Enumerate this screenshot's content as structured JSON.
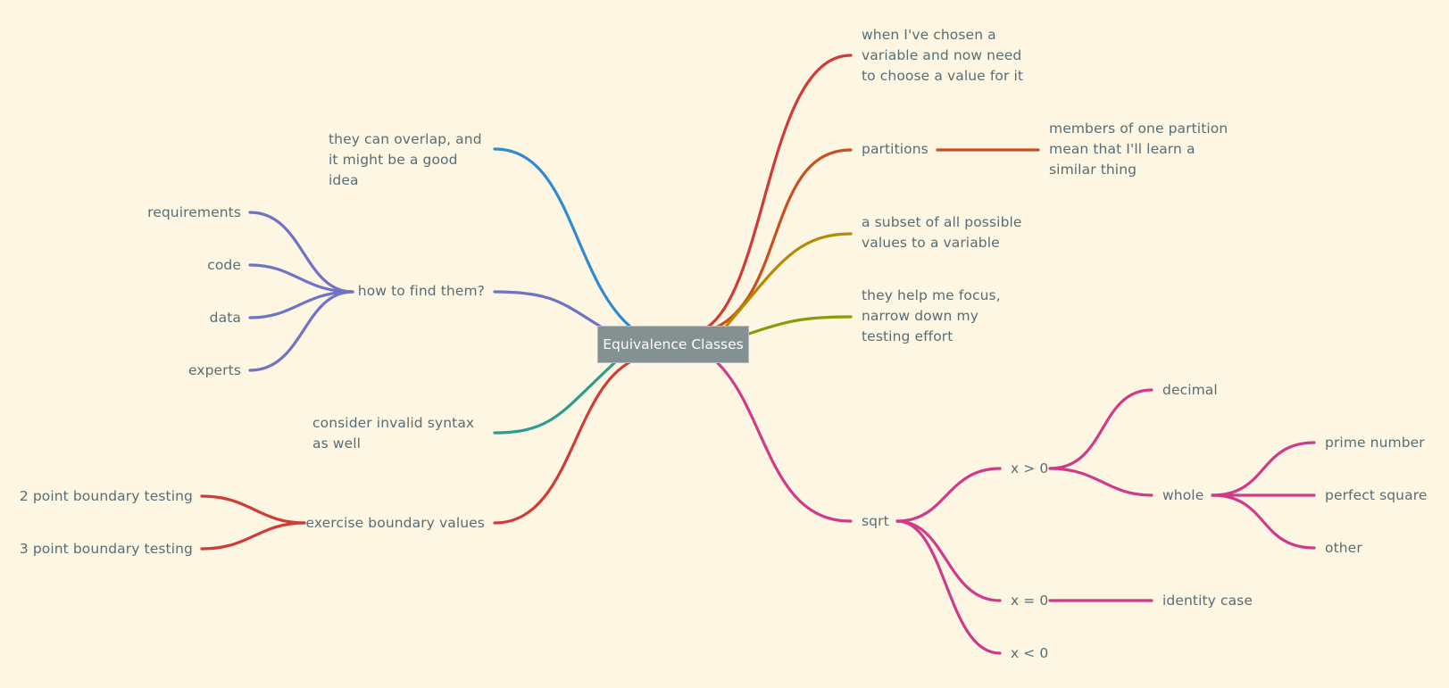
{
  "central": "Equivalence Classes",
  "branches": {
    "chosen_variable": "when I've chosen a variable and now need to choose a value for it",
    "partitions": "partitions",
    "partitions_child": "members of one partition mean that I'll learn a similar thing",
    "subset": "a subset of all possible values to a variable",
    "focus": "they help me focus, narrow down my testing effort",
    "sqrt": "sqrt",
    "x_gt_0": "x > 0",
    "decimal": "decimal",
    "whole": "whole",
    "prime_number": "prime number",
    "perfect_square": "perfect square",
    "other": "other",
    "x_eq_0": "x = 0",
    "identity_case": "identity case",
    "x_lt_0": "x < 0",
    "overlap": "they can overlap, and it might be a good idea",
    "how_to_find": "how to find them?",
    "requirements": "requirements",
    "code": "code",
    "data": "data",
    "experts": "experts",
    "invalid_syntax": "consider invalid syntax as well",
    "boundary": "exercise boundary values",
    "two_point": "2 point boundary testing",
    "three_point": "3 point boundary testing"
  },
  "colors": {
    "background": "#fdf6e3",
    "text": "#586e75",
    "central_fill": "#839192",
    "red": "#d13b36",
    "orange": "#c9501e",
    "mustard": "#b58900",
    "olive": "#8a9a08",
    "magenta": "#d03a8a",
    "blue": "#2f8ad0",
    "purple": "#6f73c4",
    "teal": "#2a9d8f"
  }
}
